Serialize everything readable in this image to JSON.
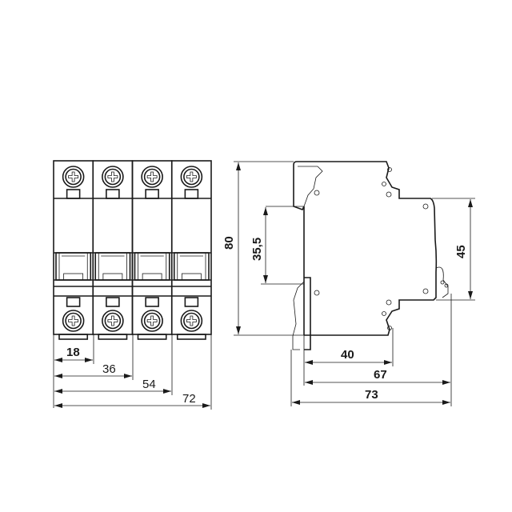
{
  "front_view": {
    "poles": 4,
    "dimensions": {
      "pole1": "18",
      "pole2": "36",
      "pole3": "54",
      "pole4": "72"
    }
  },
  "side_view": {
    "dimensions": {
      "height": "80",
      "din_rail": "35,5",
      "front_height": "45",
      "depth_front": "40",
      "depth_body": "67",
      "depth_total": "73"
    }
  },
  "colors": {
    "line": "#1a1a1a",
    "background": "#ffffff"
  }
}
